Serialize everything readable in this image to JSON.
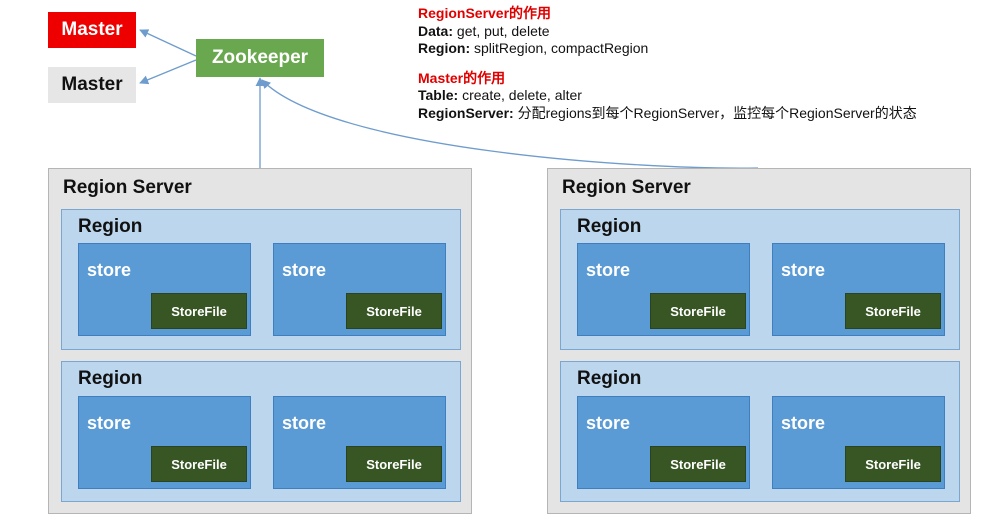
{
  "masters": [
    {
      "label": "Master",
      "state": "active",
      "color": "#ee0000"
    },
    {
      "label": "Master",
      "state": "standby",
      "color": "#e6e6e6"
    }
  ],
  "zookeeper": {
    "label": "Zookeeper",
    "color": "#6aa84f"
  },
  "notes": {
    "regionserver_heading": "RegionServer的作用",
    "regionserver_lines": [
      {
        "key": "Data:",
        "value": "get, put, delete"
      },
      {
        "key": "Region:",
        "value": "splitRegion, compactRegion"
      }
    ],
    "master_heading": "Master的作用",
    "master_lines": [
      {
        "key": "Table:",
        "value": "create, delete, alter"
      },
      {
        "key": "RegionServer:",
        "value": "分配regions到每个RegionServer，监控每个RegionServer的状态"
      }
    ]
  },
  "servers": [
    {
      "title": "Region Server",
      "regions": [
        {
          "title": "Region",
          "stores": [
            {
              "label": "store",
              "file": "StoreFile"
            },
            {
              "label": "store",
              "file": "StoreFile"
            }
          ]
        },
        {
          "title": "Region",
          "stores": [
            {
              "label": "store",
              "file": "StoreFile"
            },
            {
              "label": "store",
              "file": "StoreFile"
            }
          ]
        }
      ]
    },
    {
      "title": "Region Server",
      "regions": [
        {
          "title": "Region",
          "stores": [
            {
              "label": "store",
              "file": "StoreFile"
            },
            {
              "label": "store",
              "file": "StoreFile"
            }
          ]
        },
        {
          "title": "Region",
          "stores": [
            {
              "label": "store",
              "file": "StoreFile"
            },
            {
              "label": "store",
              "file": "StoreFile"
            }
          ]
        }
      ]
    }
  ]
}
